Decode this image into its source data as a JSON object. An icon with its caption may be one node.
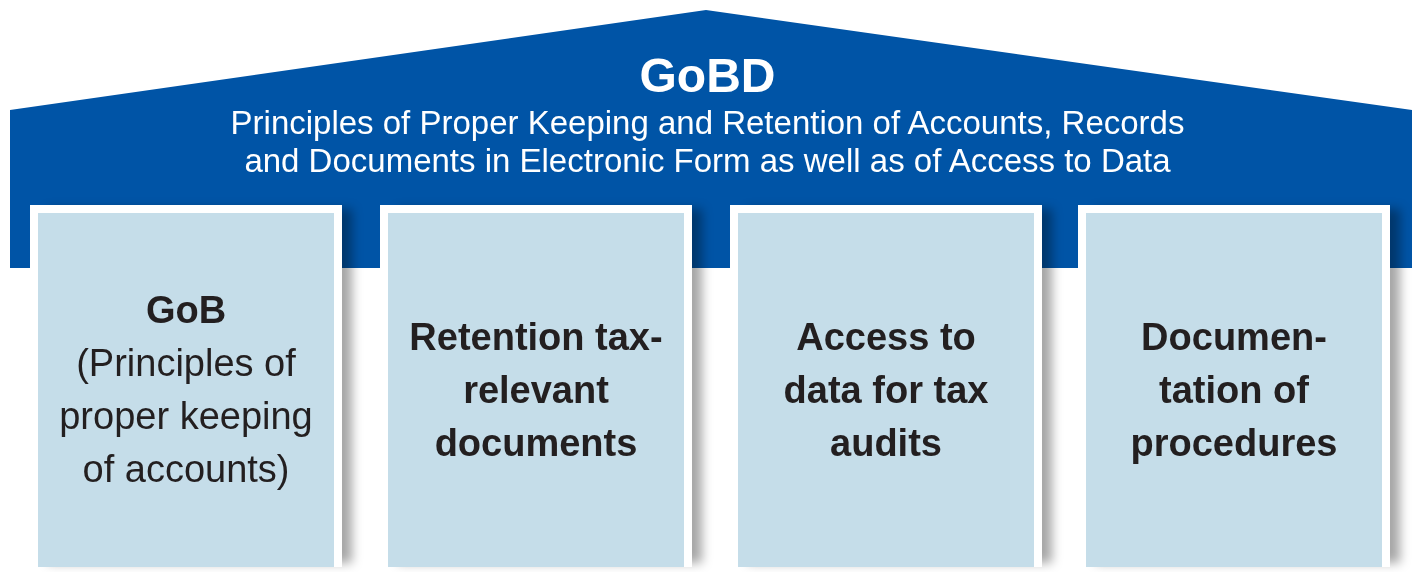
{
  "diagram": {
    "nodes": [
      {
        "text": [
          "GoBD",
          "Principles of Proper Keeping and Retention of Accounts, Records and Documents in Electronic Form as well as of Access to Data"
        ]
      },
      {
        "text": [
          "GoB",
          "(Principles of proper keeping of accounts)"
        ]
      },
      {
        "text": [
          "Retention tax-relevant documents"
        ]
      },
      {
        "text": [
          "Access to data for tax audits"
        ]
      },
      {
        "text": [
          "Documen- tation of procedures"
        ]
      }
    ]
  }
}
